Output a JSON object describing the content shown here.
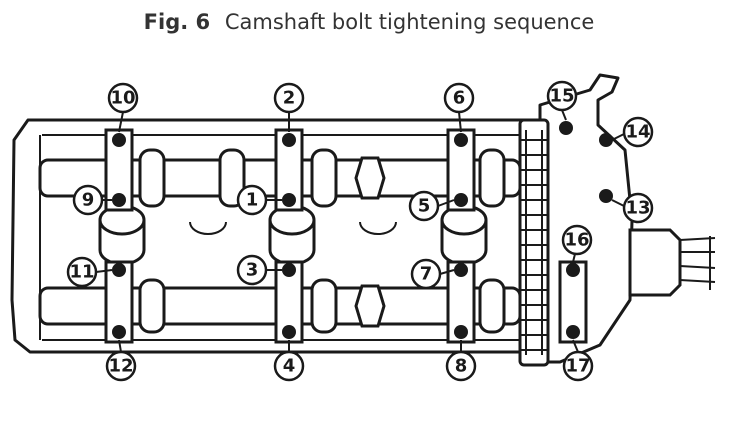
{
  "caption": {
    "fig_label": "Fig. 6",
    "title": "Camshaft bolt tightening sequence"
  },
  "bolt_numbers": [
    "10",
    "2",
    "6",
    "15",
    "14",
    "9",
    "1",
    "5",
    "13",
    "16",
    "11",
    "3",
    "7",
    "12",
    "4",
    "8",
    "17"
  ]
}
